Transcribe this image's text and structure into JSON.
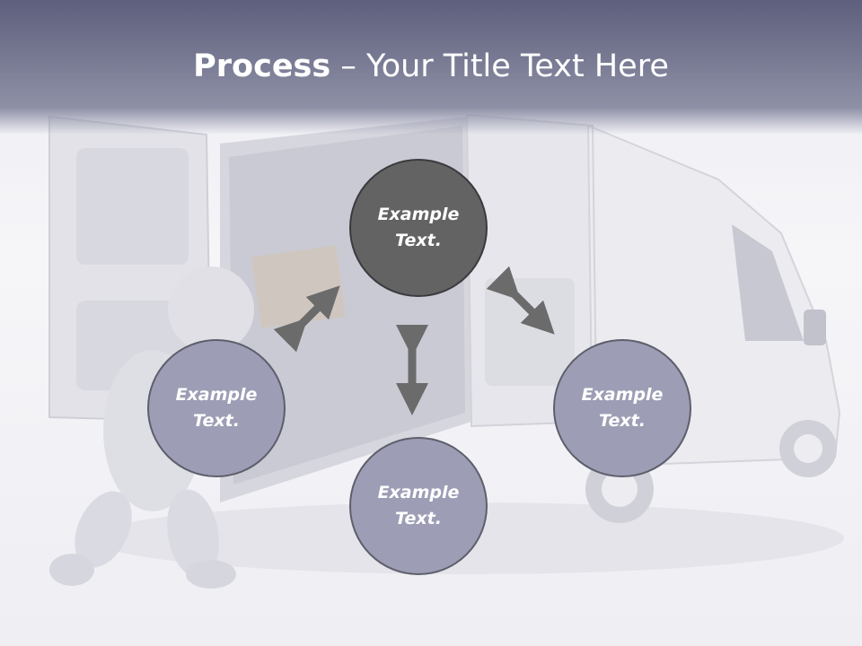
{
  "slide": {
    "title_bold": "Process",
    "title_rest": " – Your Title Text Here"
  },
  "nodes": {
    "top": "Example Text.",
    "left": "Example Text.",
    "right": "Example Text.",
    "bottom": "Example Text."
  },
  "colors": {
    "header": "#6e7090",
    "dark_node": "#636363",
    "light_node": "#9d9eb5",
    "arrow": "#6b6b6b"
  }
}
